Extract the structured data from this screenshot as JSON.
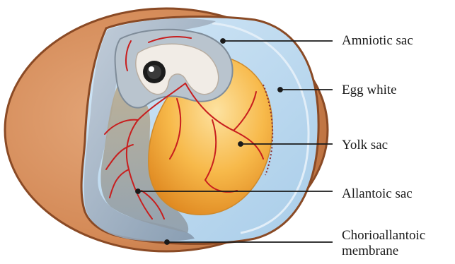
{
  "figure": {
    "labels": {
      "amniotic_sac": "Amniotic sac",
      "egg_white": "Egg white",
      "yolk_sac": "Yolk sac",
      "allantoic_sac": "Allantoic sac",
      "chorioallantoic_line1": "Chorioallantoic",
      "chorioallantoic_line2": "membrane"
    },
    "colors": {
      "shell": "#d48a57",
      "shell_rim": "#8a4a25",
      "egg_white": "#bcd9ef",
      "yolk": "#f2a838",
      "yolk_light": "#fbd079",
      "blood_vessel": "#c81e1e",
      "membrane": "#9eaec0",
      "leader_line": "#1a1a1a"
    }
  }
}
